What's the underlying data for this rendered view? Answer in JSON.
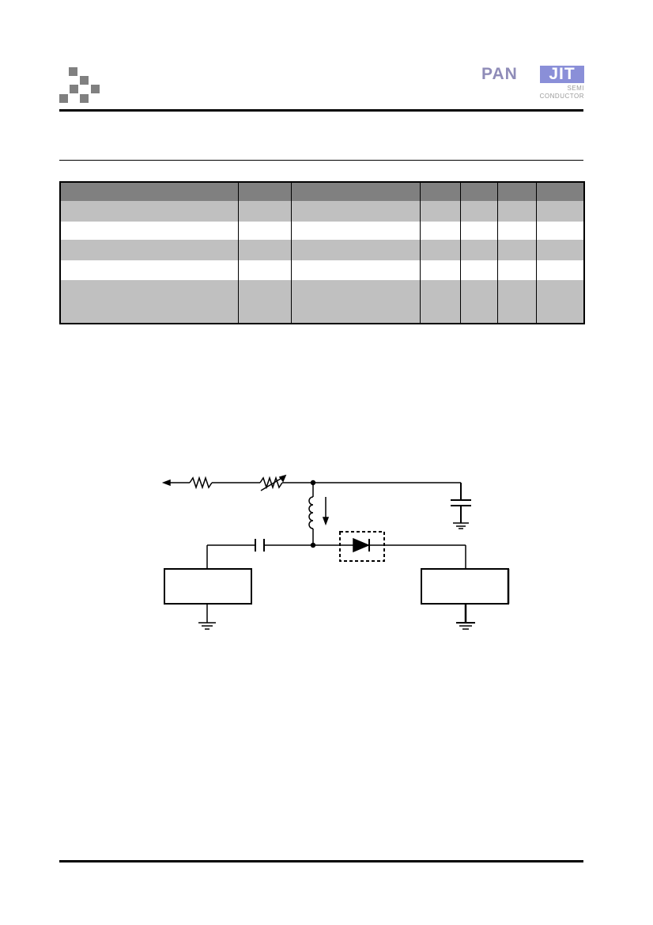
{
  "header": {
    "left_logo": {
      "icon": "checker-squares-logo",
      "color": "#808080"
    },
    "brand_logo": {
      "pan": "PAN",
      "jit": "JIT",
      "line1": "SEMI",
      "line2": "CONDUCTOR",
      "pan_color": "#8f8cb8",
      "jit_bg_color": "#8a8fd8"
    }
  },
  "table": {
    "header_color": "#808080",
    "shade_color": "#c0c0c0",
    "columns": [
      "",
      "",
      "",
      "",
      "",
      "",
      ""
    ],
    "rows": [
      {
        "cells": [
          "",
          "",
          "",
          "",
          "",
          "",
          ""
        ],
        "style": "shade"
      },
      {
        "cells": [
          "",
          "",
          "",
          "",
          "",
          "",
          ""
        ],
        "style": "white"
      },
      {
        "cells": [
          "",
          "",
          "",
          "",
          "",
          "",
          ""
        ],
        "style": "shade"
      },
      {
        "cells": [
          "",
          "",
          "",
          "",
          "",
          "",
          ""
        ],
        "style": "white"
      },
      {
        "cells": [
          "",
          "",
          "",
          "",
          "",
          "",
          ""
        ],
        "style": "shade"
      }
    ]
  },
  "circuit": {
    "components": [
      "input-arrow",
      "resistor",
      "variable-resistor",
      "node",
      "inductor",
      "current-arrow",
      "dc-capacitor-to-ground",
      "coupling-capacitor",
      "diode-under-test-dashed-box",
      "source-box",
      "load-box",
      "ground-left",
      "ground-right",
      "ground-cap"
    ]
  }
}
